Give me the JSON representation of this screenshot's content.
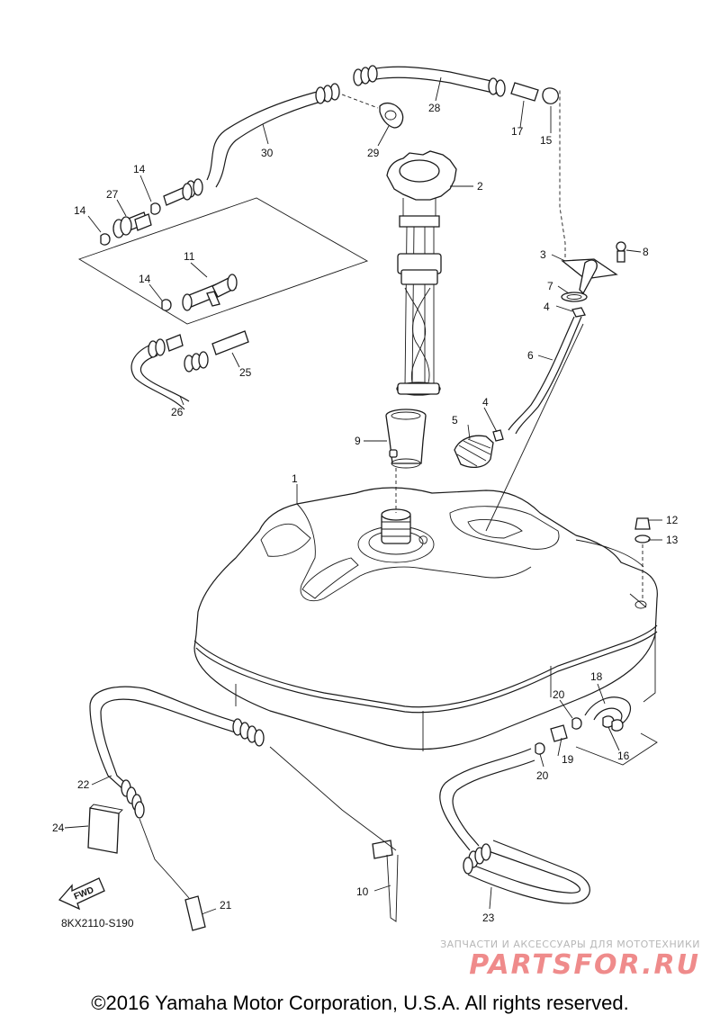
{
  "diagram": {
    "callouts": [
      {
        "id": "c1",
        "label": "1"
      },
      {
        "id": "c2",
        "label": "2"
      },
      {
        "id": "c3",
        "label": "3"
      },
      {
        "id": "c4a",
        "label": "4"
      },
      {
        "id": "c4b",
        "label": "4"
      },
      {
        "id": "c5",
        "label": "5"
      },
      {
        "id": "c6",
        "label": "6"
      },
      {
        "id": "c7",
        "label": "7"
      },
      {
        "id": "c8",
        "label": "8"
      },
      {
        "id": "c9",
        "label": "9"
      },
      {
        "id": "c10",
        "label": "10"
      },
      {
        "id": "c11",
        "label": "11"
      },
      {
        "id": "c12",
        "label": "12"
      },
      {
        "id": "c13",
        "label": "13"
      },
      {
        "id": "c14a",
        "label": "14"
      },
      {
        "id": "c14b",
        "label": "14"
      },
      {
        "id": "c14c",
        "label": "14"
      },
      {
        "id": "c15",
        "label": "15"
      },
      {
        "id": "c16",
        "label": "16"
      },
      {
        "id": "c17",
        "label": "17"
      },
      {
        "id": "c18",
        "label": "18"
      },
      {
        "id": "c19",
        "label": "19"
      },
      {
        "id": "c20a",
        "label": "20"
      },
      {
        "id": "c20b",
        "label": "20"
      },
      {
        "id": "c21",
        "label": "21"
      },
      {
        "id": "c22",
        "label": "22"
      },
      {
        "id": "c23",
        "label": "23"
      },
      {
        "id": "c24",
        "label": "24"
      },
      {
        "id": "c25",
        "label": "25"
      },
      {
        "id": "c26",
        "label": "26"
      },
      {
        "id": "c27",
        "label": "27"
      },
      {
        "id": "c28",
        "label": "28"
      },
      {
        "id": "c29",
        "label": "29"
      },
      {
        "id": "c30",
        "label": "30"
      }
    ],
    "fwd_label": "FWD",
    "drawing_code": "8KX2110-S190"
  },
  "watermark": {
    "tagline": "ЗАПЧАСТИ И АКСЕССУАРЫ ДЛЯ МОТОТЕХНИКИ",
    "logo": "PARTSFOR.RU"
  },
  "copyright": "©2016 Yamaha Motor Corporation, U.S.A. All rights reserved."
}
